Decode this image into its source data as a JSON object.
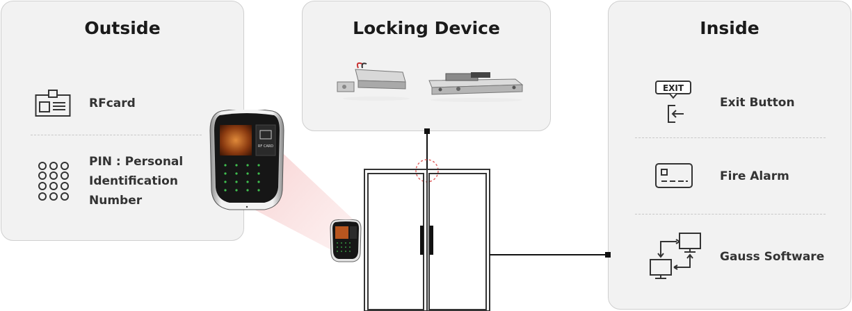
{
  "outside": {
    "title": "Outside",
    "items": [
      {
        "label": "RFcard",
        "icon": "id-card-icon"
      },
      {
        "label_lines": [
          "PIN : Personal",
          "Identification",
          "Number"
        ],
        "icon": "keypad-icon"
      }
    ]
  },
  "locking": {
    "title": "Locking Device",
    "devices": [
      "bolt-lock-icon",
      "electric-strike-icon"
    ]
  },
  "inside": {
    "title": "Inside",
    "items": [
      {
        "label": "Exit Button",
        "icon": "exit-button-icon",
        "icon_text": "EXIT"
      },
      {
        "label": "Fire Alarm",
        "icon": "fire-alarm-icon"
      },
      {
        "label": "Gauss Software",
        "icon": "network-computers-icon"
      }
    ]
  },
  "reader": {
    "screen_label": "RF CARD"
  },
  "colors": {
    "panel_bg": "#f2f2f2",
    "panel_border": "#cfcfcf",
    "line": "#111111",
    "highlight": "#e06060"
  }
}
